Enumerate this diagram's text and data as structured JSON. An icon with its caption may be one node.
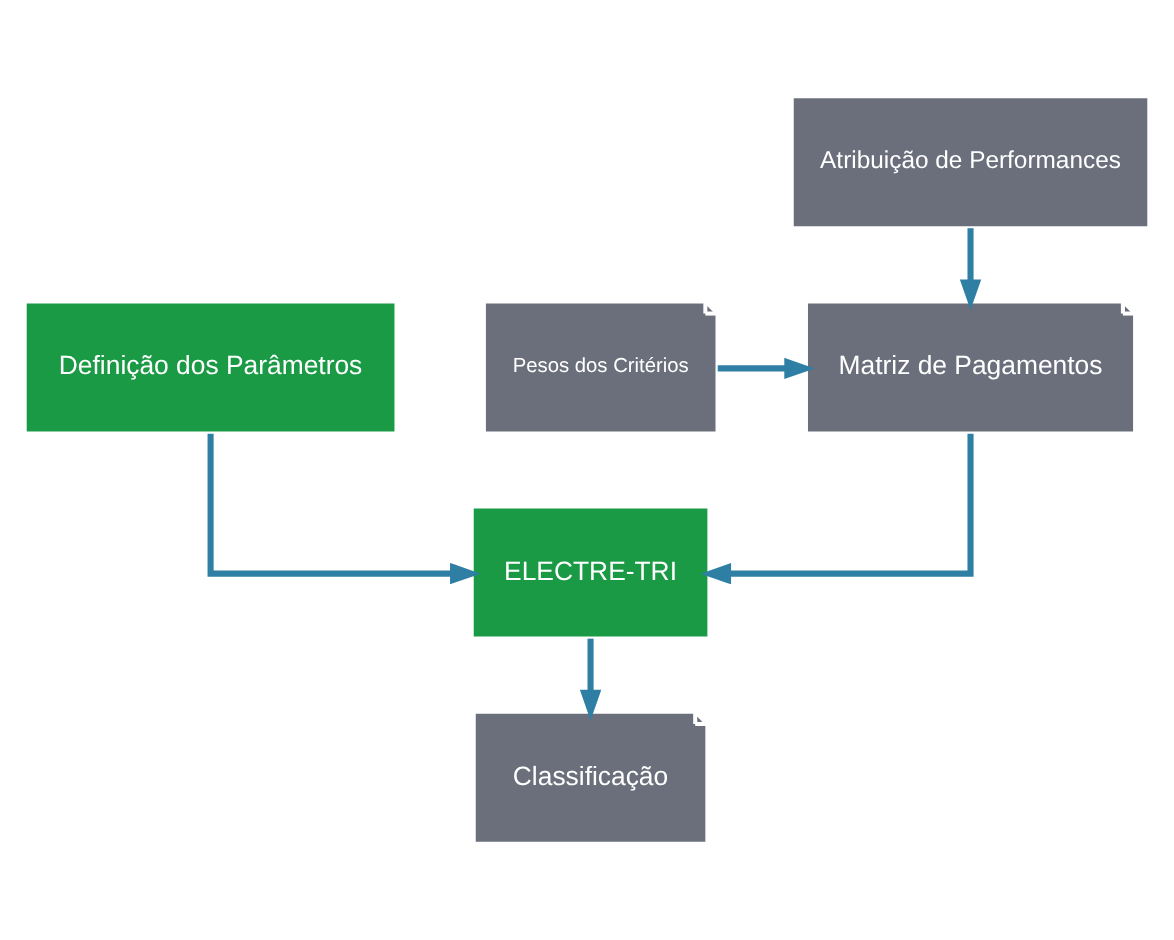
{
  "diagram": {
    "nodes": [
      {
        "text": [
          "Atribuição de Performances"
        ]
      },
      {
        "text": [
          "Pesos dos Critérios"
        ]
      },
      {
        "text": [
          "Matriz de Pagamentos"
        ]
      },
      {
        "text": [
          "Definição dos Parâmetros"
        ]
      },
      {
        "text": [
          "ELECTRE-TRI"
        ]
      },
      {
        "text": [
          "Classificação"
        ]
      }
    ],
    "edges": [
      {
        "from": 0,
        "to": 2,
        "arrow": "to"
      },
      {
        "from": 1,
        "to": 2,
        "arrow": "to"
      },
      {
        "from": 2,
        "to": 4,
        "arrow": "to"
      },
      {
        "from": 3,
        "to": 4,
        "arrow": "to"
      },
      {
        "from": 4,
        "to": 5,
        "arrow": "to"
      }
    ]
  }
}
